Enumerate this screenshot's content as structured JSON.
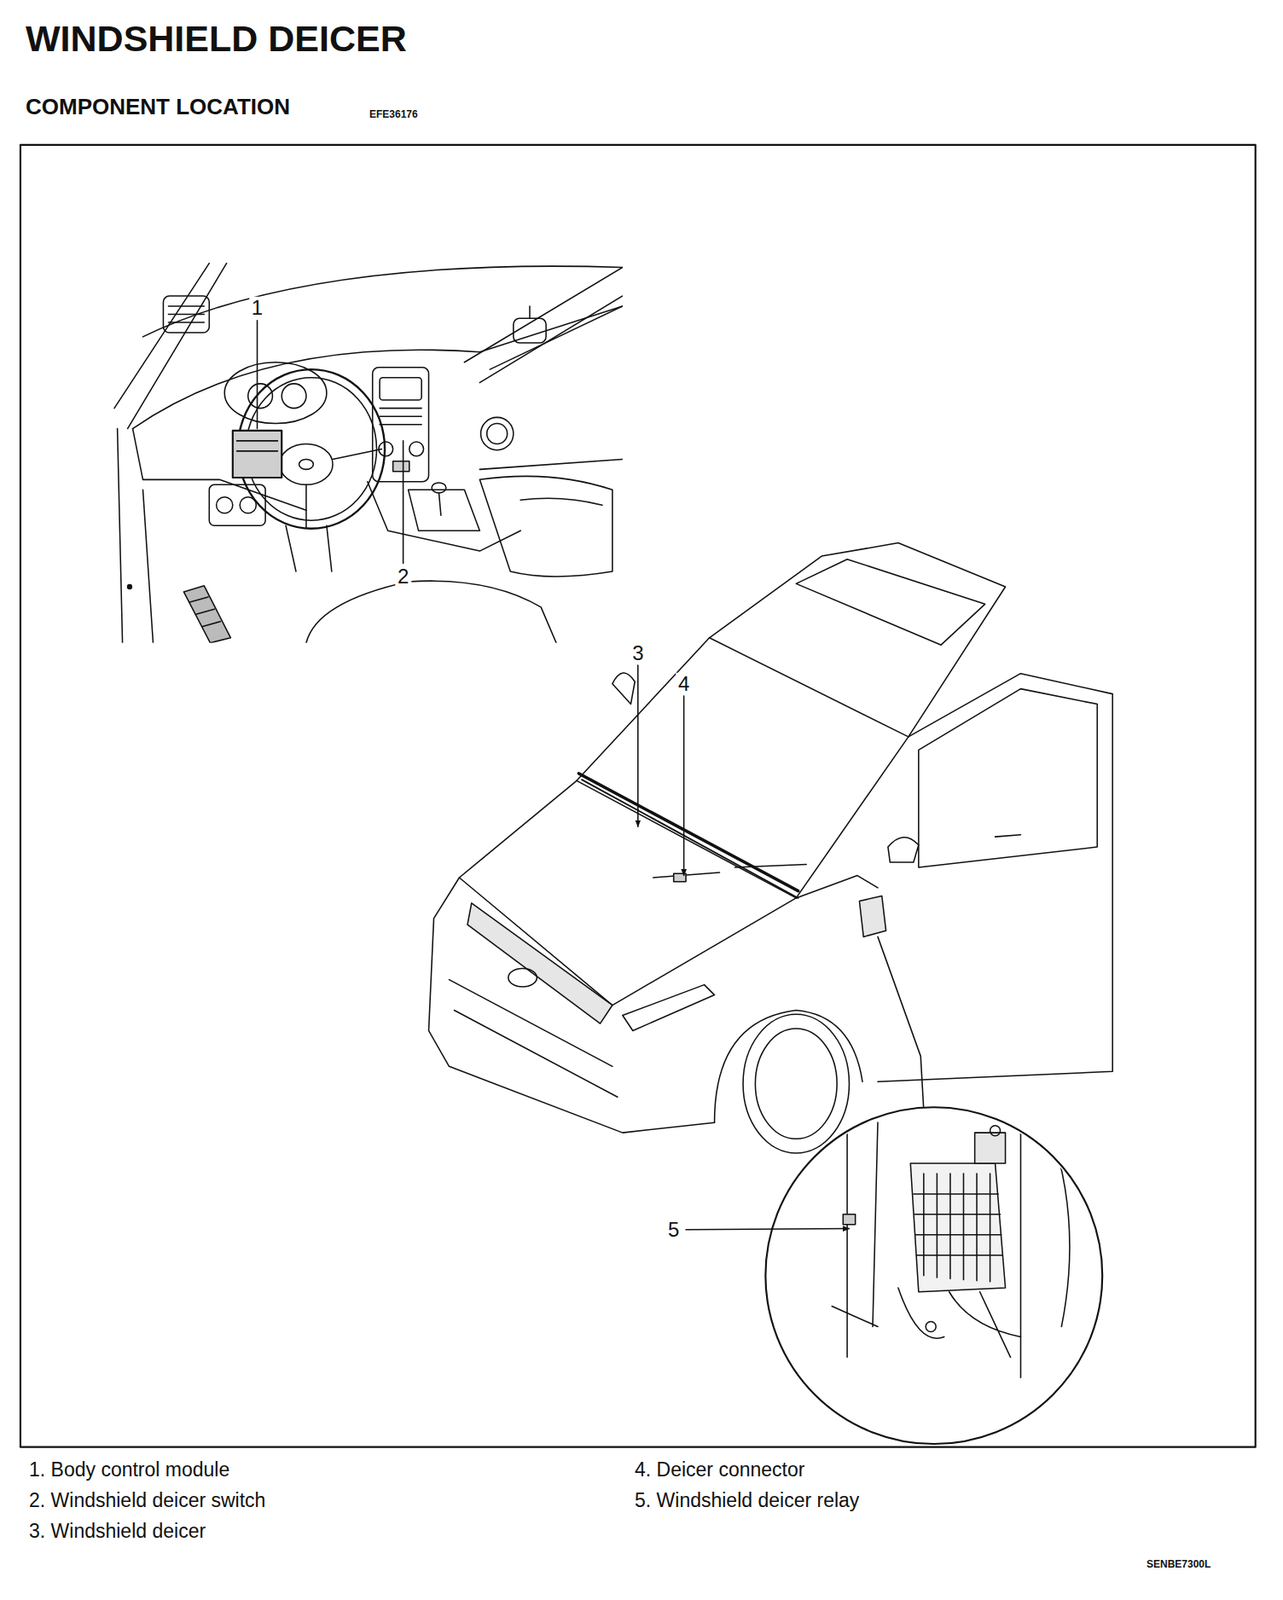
{
  "diagram": {
    "title": "WINDSHIELD DEICER",
    "labels": [
      "COMPONENT LOCATION",
      "EFE36176",
      "1",
      "2",
      "3",
      "4",
      "5",
      "1. Body control module",
      "2. Windshield deicer switch",
      "3. Windshield deicer",
      "4. Deicer connector",
      "5. Windshield deicer relay",
      "SENBE7300L"
    ]
  }
}
